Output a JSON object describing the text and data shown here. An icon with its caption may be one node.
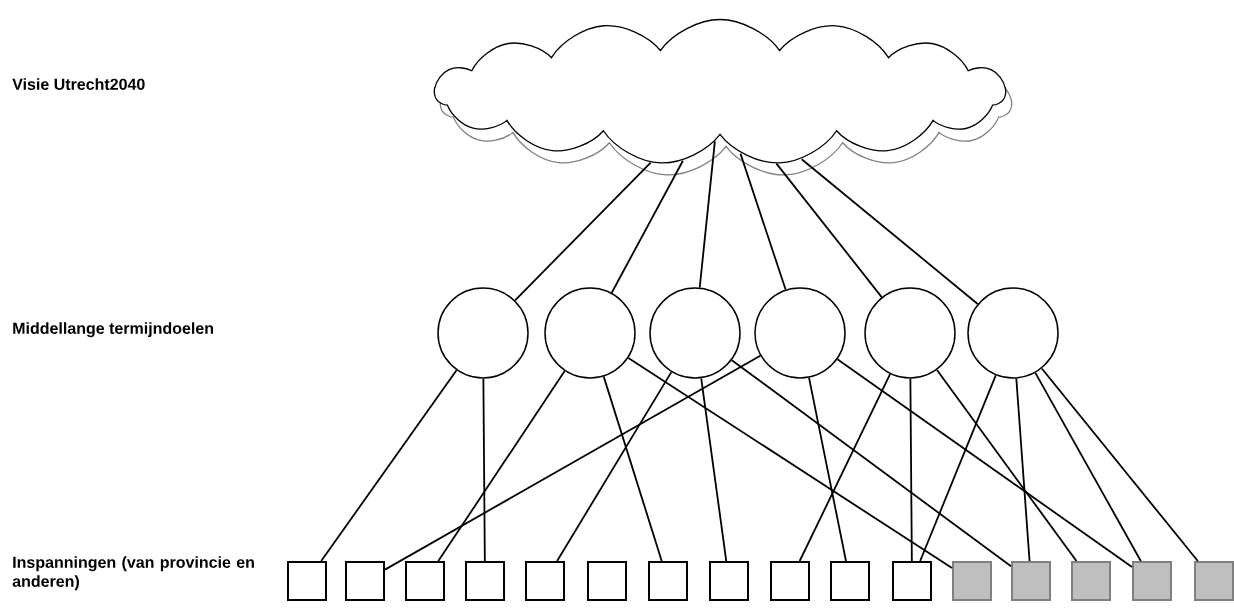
{
  "diagram": {
    "nodes": [
      {
        "text": [],
        "shape": "cloud"
      },
      {
        "text": [],
        "shape": "circle"
      },
      {
        "text": [],
        "shape": "circle"
      },
      {
        "text": [],
        "shape": "circle"
      },
      {
        "text": [],
        "shape": "circle"
      },
      {
        "text": [],
        "shape": "circle"
      },
      {
        "text": [],
        "shape": "circle"
      },
      {
        "text": [],
        "shape": "box"
      },
      {
        "text": [],
        "shape": "box"
      },
      {
        "text": [],
        "shape": "box"
      },
      {
        "text": [],
        "shape": "box"
      },
      {
        "text": [],
        "shape": "box"
      },
      {
        "text": [],
        "shape": "box"
      },
      {
        "text": [],
        "shape": "box"
      },
      {
        "text": [],
        "shape": "box"
      },
      {
        "text": [],
        "shape": "box"
      },
      {
        "text": [],
        "shape": "box"
      },
      {
        "text": [],
        "shape": "box"
      },
      {
        "text": [],
        "shape": "box"
      },
      {
        "text": [],
        "shape": "box"
      },
      {
        "text": [],
        "shape": "box"
      },
      {
        "text": [],
        "shape": "box"
      },
      {
        "text": [],
        "shape": "box"
      }
    ],
    "edges": [
      {
        "from": 0,
        "to": 1,
        "arrow": "none"
      },
      {
        "from": 0,
        "to": 2,
        "arrow": "none"
      },
      {
        "from": 0,
        "to": 3,
        "arrow": "none"
      },
      {
        "from": 0,
        "to": 4,
        "arrow": "none"
      },
      {
        "from": 0,
        "to": 5,
        "arrow": "none"
      },
      {
        "from": 0,
        "to": 6,
        "arrow": "none"
      },
      {
        "from": 1,
        "to": 7,
        "arrow": "none"
      },
      {
        "from": 1,
        "to": 10,
        "arrow": "none"
      },
      {
        "from": 2,
        "to": 9,
        "arrow": "none"
      },
      {
        "from": 2,
        "to": 13,
        "arrow": "none"
      },
      {
        "from": 2,
        "to": 18,
        "arrow": "none"
      },
      {
        "from": 3,
        "to": 11,
        "arrow": "none"
      },
      {
        "from": 3,
        "to": 14,
        "arrow": "none"
      },
      {
        "from": 3,
        "to": 19,
        "arrow": "none"
      },
      {
        "from": 4,
        "to": 8,
        "arrow": "none"
      },
      {
        "from": 4,
        "to": 16,
        "arrow": "none"
      },
      {
        "from": 4,
        "to": 21,
        "arrow": "none"
      },
      {
        "from": 5,
        "to": 15,
        "arrow": "none"
      },
      {
        "from": 5,
        "to": 17,
        "arrow": "none"
      },
      {
        "from": 5,
        "to": 20,
        "arrow": "none"
      },
      {
        "from": 6,
        "to": 17,
        "arrow": "none"
      },
      {
        "from": 6,
        "to": 19,
        "arrow": "none"
      },
      {
        "from": 6,
        "to": 21,
        "arrow": "none"
      },
      {
        "from": 6,
        "to": 22,
        "arrow": "none"
      }
    ],
    "labels": [
      "Visie Utrecht2040",
      "Middellange termijndoelen",
      "Inspanningen (van provincie en anderen)"
    ]
  }
}
